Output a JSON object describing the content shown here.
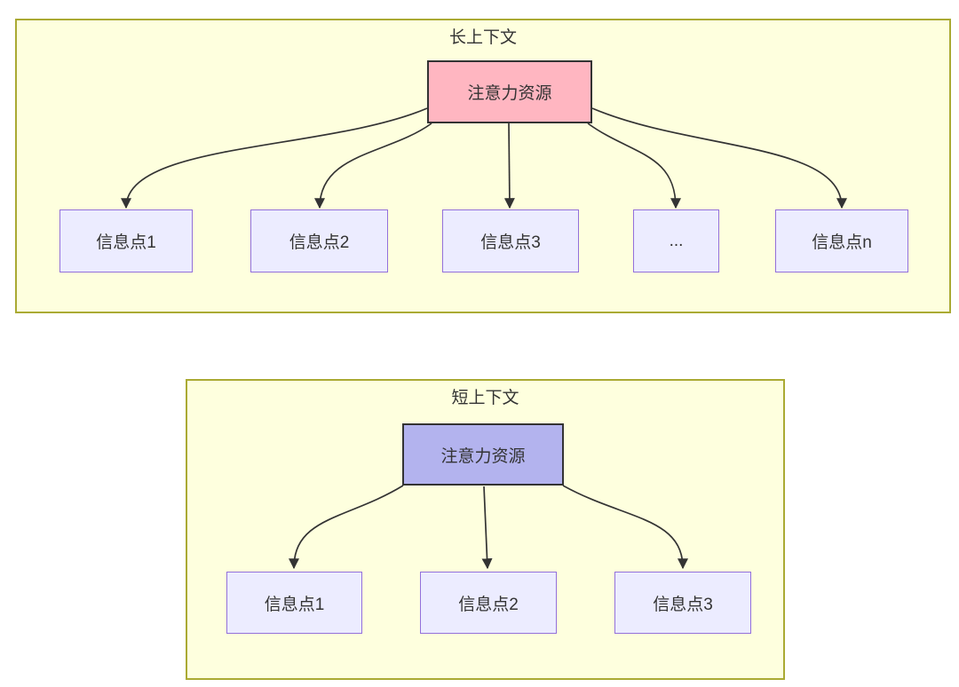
{
  "diagram": {
    "clusters": [
      {
        "title": "长上下文",
        "root_label": "注意力资源",
        "items": [
          "信息点1",
          "信息点2",
          "信息点3",
          "...",
          "信息点n"
        ]
      },
      {
        "title": "短上下文",
        "root_label": "注意力资源",
        "items": [
          "信息点1",
          "信息点2",
          "信息点3"
        ]
      }
    ],
    "colors": {
      "cluster_fill": "#feffde",
      "cluster_border": "#aaaa33",
      "node_fill": "#ececff",
      "node_border": "#9370db",
      "long_root_fill": "#ffb6c1",
      "short_root_fill": "#b3b3ee",
      "root_border": "#333333",
      "edge": "#333333",
      "text": "#333333"
    }
  }
}
